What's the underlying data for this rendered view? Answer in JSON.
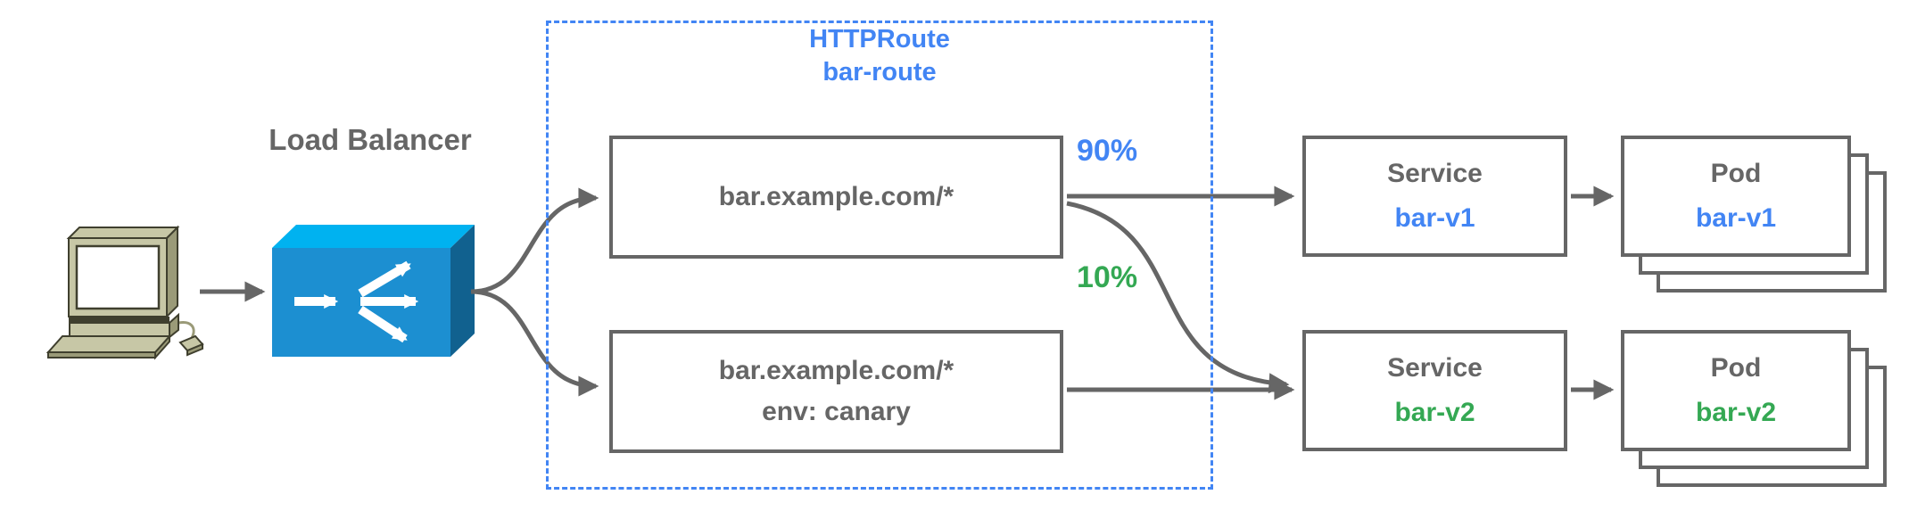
{
  "colors": {
    "gray": "#666666",
    "blue": "#4285F4",
    "green": "#34A853",
    "lb_front": "#1C8FD1",
    "lb_top": "#00B2F0",
    "lb_side": "#11618F",
    "pc_body": "#C7C7A6",
    "pc_shade": "#9A9A78",
    "pc_dark": "#3F3F2E"
  },
  "labels": {
    "load_balancer": "Load Balancer"
  },
  "group": {
    "kind": "HTTPRoute",
    "name": "bar-route"
  },
  "routes": [
    {
      "lines": [
        "bar.example.com/*"
      ],
      "weight": "90%",
      "weight_color": "#4285F4"
    },
    {
      "lines": [
        "bar.example.com/*",
        "env: canary"
      ],
      "weight": "10%",
      "weight_color": "#34A853"
    }
  ],
  "services": [
    {
      "kind": "Service",
      "name": "bar-v1",
      "name_color": "#4285F4"
    },
    {
      "kind": "Service",
      "name": "bar-v2",
      "name_color": "#34A853"
    }
  ],
  "pods": [
    {
      "kind": "Pod",
      "name": "bar-v1",
      "name_color": "#4285F4"
    },
    {
      "kind": "Pod",
      "name": "bar-v2",
      "name_color": "#34A853"
    }
  ],
  "icons": {
    "client": "desktop-computer-icon",
    "load_balancer": "load-balancer-icon"
  }
}
